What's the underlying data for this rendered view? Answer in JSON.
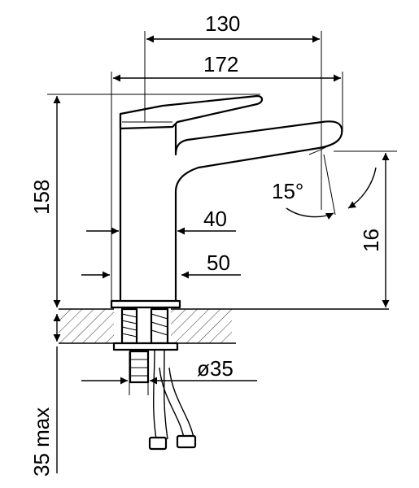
{
  "dimensions": {
    "spout_reach": "130",
    "total_length": "172",
    "total_height": "158",
    "outlet_height": "16",
    "handle_angle": "15°",
    "body_diameter": "40",
    "base_diameter": "50",
    "hole_diameter": "ø35",
    "max_deck_thickness": "35 max"
  },
  "colors": {
    "line": "#000000",
    "background": "#ffffff"
  }
}
